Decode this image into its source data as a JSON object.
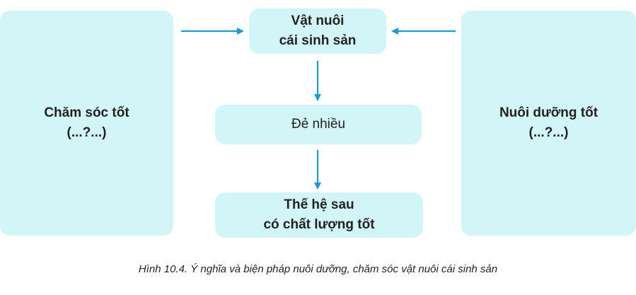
{
  "diagram": {
    "left_box": {
      "line1": "Chăm sóc tốt",
      "line2": "(...?...)"
    },
    "right_box": {
      "line1": "Nuôi dưỡng tốt",
      "line2": "(...?...)"
    },
    "top_box": {
      "line1": "Vật nuôi",
      "line2": "cái sinh sản"
    },
    "middle_box": {
      "line1": "Đẻ nhiều"
    },
    "bottom_box": {
      "line1": "Thế hệ sau",
      "line2": "có chất lượng tốt"
    }
  },
  "caption": "Hình 10.4. Ý nghĩa và biện pháp nuôi dưỡng, chăm sóc vật nuôi cái sinh sản",
  "colors": {
    "box_fill": "#d2f5f8",
    "arrow": "#1a9bd7",
    "text": "#222222"
  }
}
